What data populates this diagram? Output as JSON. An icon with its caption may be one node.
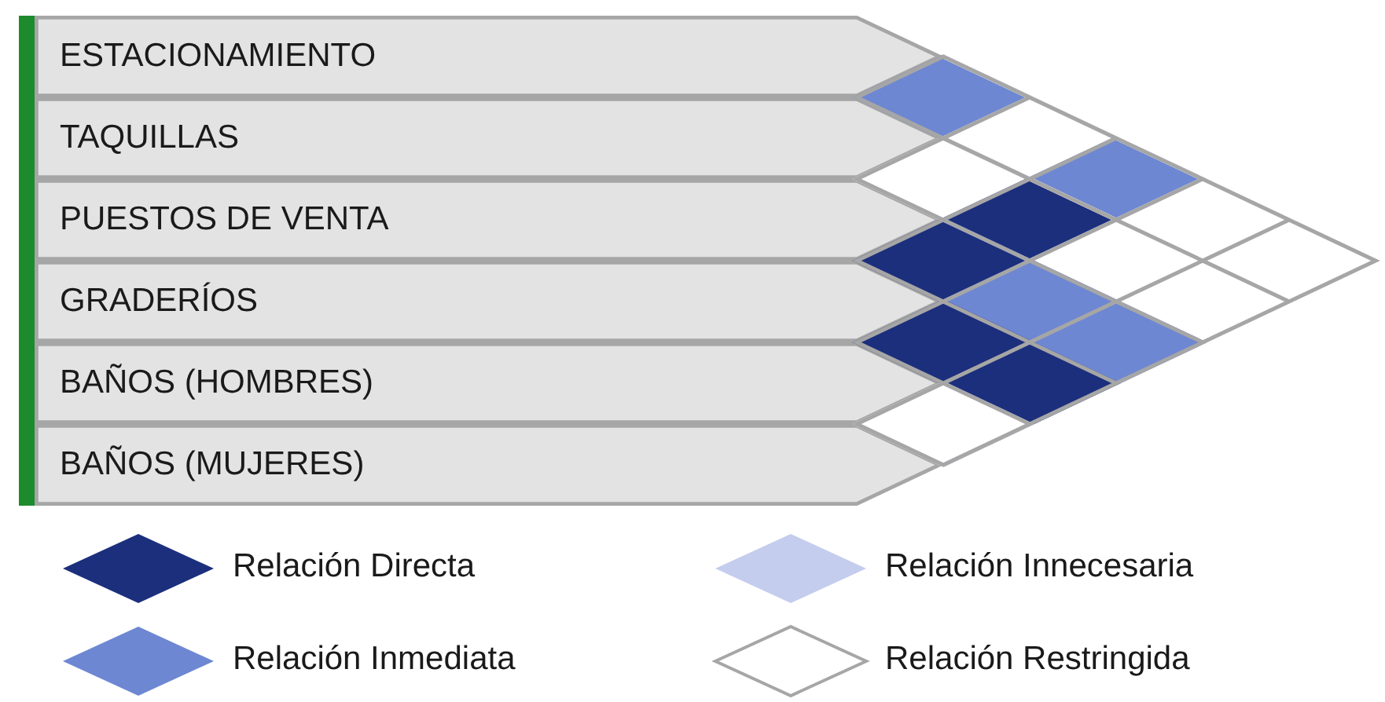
{
  "diagram": {
    "nodes": [
      {
        "text": [
          "ESTACIONAMIENTO"
        ]
      },
      {
        "text": [
          "TAQUILLAS"
        ]
      },
      {
        "text": [
          "PUESTOS DE VENTA"
        ]
      },
      {
        "text": [
          "GRADERÍOS"
        ]
      },
      {
        "text": [
          "BAÑOS (HOMBRES)"
        ]
      },
      {
        "text": [
          "BAÑOS (MUJERES)"
        ]
      }
    ],
    "edges": [
      {
        "from": 0,
        "to": 1,
        "arrow": "none",
        "color": "#6d87d2"
      },
      {
        "from": 0,
        "to": 2,
        "arrow": "none",
        "color": "#ffffff"
      },
      {
        "from": 0,
        "to": 3,
        "arrow": "none",
        "color": "#6d87d2"
      },
      {
        "from": 0,
        "to": 4,
        "arrow": "none",
        "color": "#ffffff"
      },
      {
        "from": 0,
        "to": 5,
        "arrow": "none",
        "color": "#ffffff"
      },
      {
        "from": 1,
        "to": 2,
        "arrow": "none",
        "color": "#ffffff"
      },
      {
        "from": 1,
        "to": 3,
        "arrow": "none",
        "color": "#1c2f7c"
      },
      {
        "from": 1,
        "to": 4,
        "arrow": "none",
        "color": "#ffffff"
      },
      {
        "from": 1,
        "to": 5,
        "arrow": "none",
        "color": "#ffffff"
      },
      {
        "from": 2,
        "to": 3,
        "arrow": "none",
        "color": "#1c2f7c"
      },
      {
        "from": 2,
        "to": 4,
        "arrow": "none",
        "color": "#6d87d2"
      },
      {
        "from": 2,
        "to": 5,
        "arrow": "none",
        "color": "#6d87d2"
      },
      {
        "from": 3,
        "to": 4,
        "arrow": "none",
        "color": "#1c2f7c"
      },
      {
        "from": 3,
        "to": 5,
        "arrow": "none",
        "color": "#1c2f7c"
      },
      {
        "from": 4,
        "to": 5,
        "arrow": "none",
        "color": "#ffffff"
      }
    ],
    "legend": [
      {
        "text": "Relación Directa",
        "color": "#1c2f7c"
      },
      {
        "text": "Relación Innecesaria",
        "color": "#c5cdee"
      },
      {
        "text": "Relación Inmediata",
        "color": "#6d87d2"
      },
      {
        "text": "Relación Restringida",
        "color": "#ffffff"
      }
    ]
  }
}
